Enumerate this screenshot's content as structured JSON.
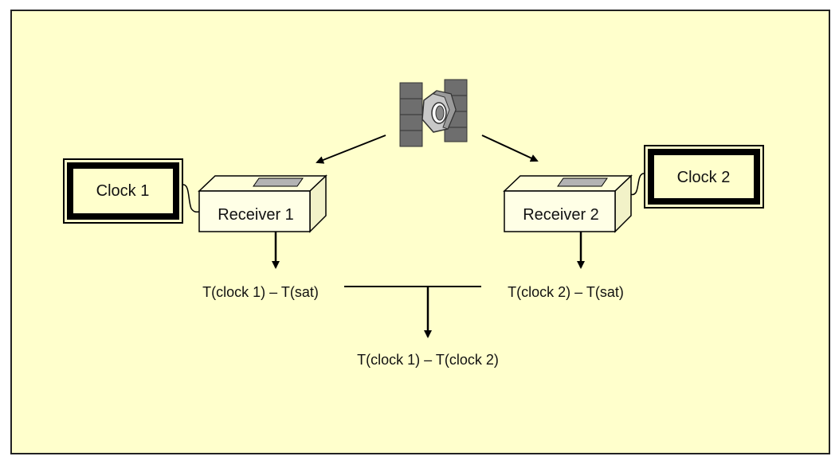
{
  "colors": {
    "background": "#ffffcc",
    "frame": "#222222",
    "receiver_face": "#ffffe6",
    "receiver_top": "#ffffd9",
    "receiver_side": "#f2f2c8",
    "receiver_window": "#b3b3b3",
    "satellite_panel": "#6e6e6e",
    "satellite_body": "#c8c8c8"
  },
  "icons": {
    "satellite": "satellite-icon"
  },
  "clocks": [
    {
      "label": "Clock 1"
    },
    {
      "label": "Clock 2"
    }
  ],
  "receivers": [
    {
      "label": "Receiver 1"
    },
    {
      "label": "Receiver 2"
    }
  ],
  "equations": {
    "left": "T(clock 1) – T(sat)",
    "right": "T(clock 2) – T(sat)",
    "result": "T(clock 1) – T(clock 2)"
  }
}
